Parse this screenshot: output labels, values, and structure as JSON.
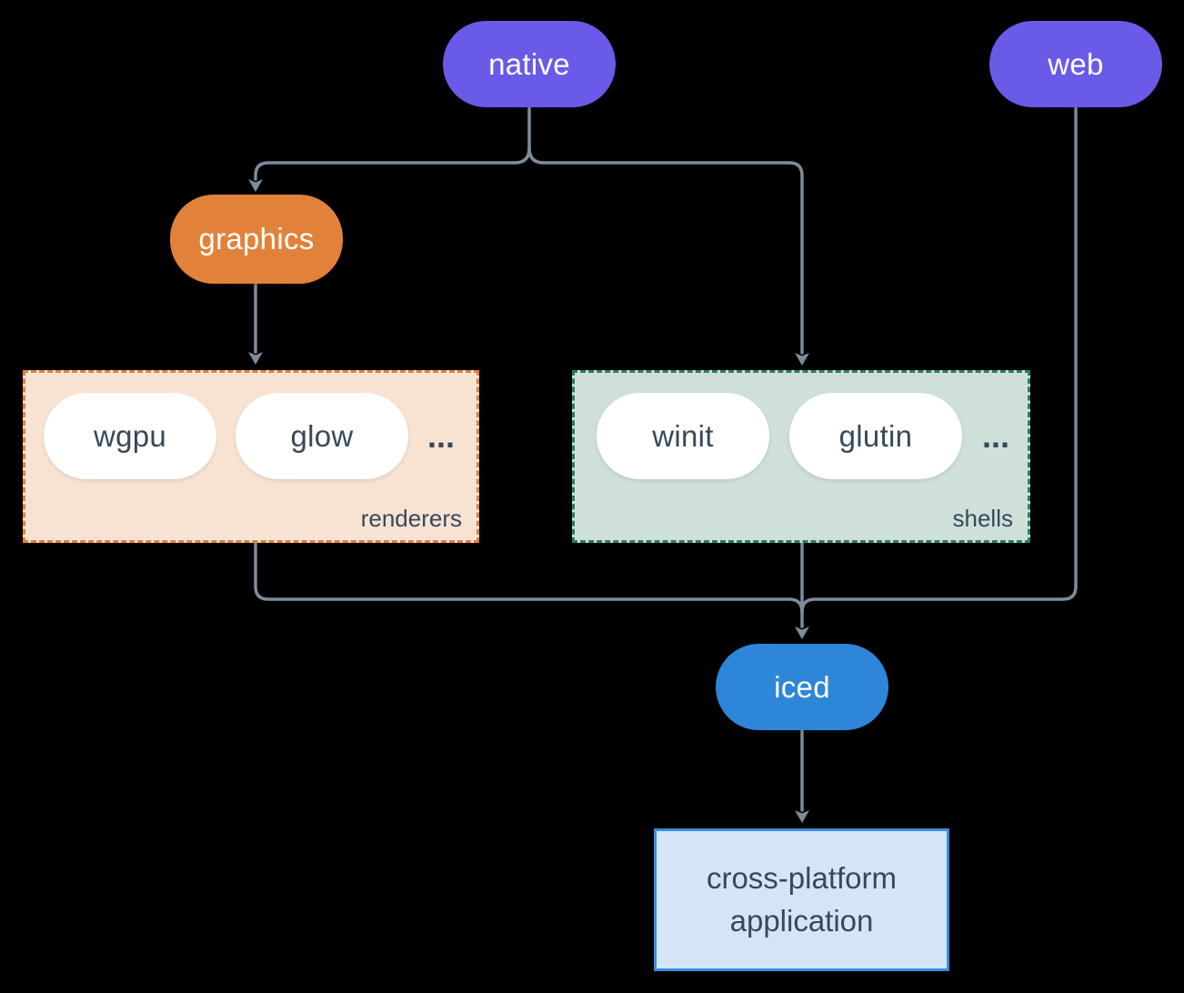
{
  "nodes": {
    "native": {
      "label": "native",
      "fill": "#6a5ae8"
    },
    "web": {
      "label": "web",
      "fill": "#6a5ae8"
    },
    "graphics": {
      "label": "graphics",
      "fill": "#e2823a"
    },
    "wgpu": {
      "label": "wgpu",
      "fill": "#ffffff"
    },
    "glow": {
      "label": "glow",
      "fill": "#ffffff"
    },
    "winit": {
      "label": "winit",
      "fill": "#ffffff"
    },
    "glutin": {
      "label": "glutin",
      "fill": "#ffffff"
    },
    "iced": {
      "label": "iced",
      "fill": "#2e86d8"
    },
    "app": {
      "label_line1": "cross-platform",
      "label_line2": "application",
      "fill": "#d4e6f6",
      "border": "#3b8bde"
    }
  },
  "groups": {
    "renderers": {
      "label": "renderers",
      "ellipsis": "...",
      "fill": "#f8e3d3",
      "border": "#e0813b",
      "members": [
        "wgpu",
        "glow"
      ]
    },
    "shells": {
      "label": "shells",
      "ellipsis": "...",
      "fill": "#cfe0da",
      "border": "#2a7a6b",
      "members": [
        "winit",
        "glutin"
      ]
    }
  },
  "edges": [
    {
      "from": "native",
      "to": "graphics"
    },
    {
      "from": "native",
      "to": "shells"
    },
    {
      "from": "graphics",
      "to": "renderers"
    },
    {
      "from": "renderers",
      "to": "iced"
    },
    {
      "from": "shells",
      "to": "iced"
    },
    {
      "from": "web",
      "to": "iced"
    },
    {
      "from": "iced",
      "to": "app"
    }
  ],
  "colors": {
    "background": "#000000",
    "connector": "#7d8c9b",
    "text_on_color": "#ffffff",
    "text_dark": "#36495a"
  }
}
